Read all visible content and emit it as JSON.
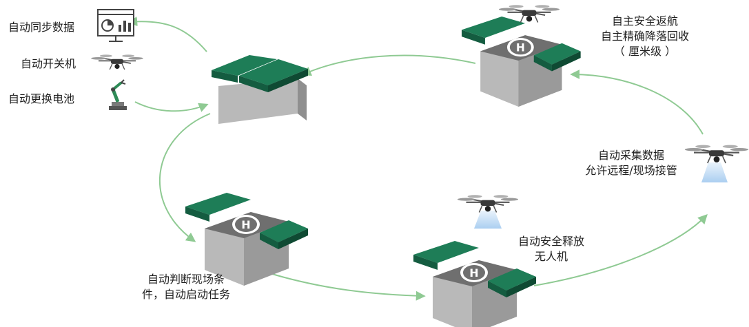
{
  "left_panel": {
    "sync_label": "自动同步数据",
    "power_label": "自动开关机",
    "battery_label": "自动更换电池",
    "sync_icon": "dashboard-monitor-icon",
    "power_icon": "drone-icon",
    "battery_icon": "robot-arm-icon"
  },
  "steps": {
    "return_line1": "自主安全返航",
    "return_line2": "自主精确降落回收",
    "return_line3": "（ 厘米级 ）",
    "judge_line1": "自动判断现场条",
    "judge_line2": "件，自动启动任务",
    "release_line1": "自动安全释放",
    "release_line2": "无人机",
    "collect_line1": "自动采集数据",
    "collect_line2": "允许远程/现场接管"
  },
  "colors": {
    "lid_green": "#1e7d57",
    "lid_dark": "#145c40",
    "box_gray": "#b9b9b9",
    "box_dark": "#8f8f8f",
    "arrow": "#8fca93",
    "beam": "#cfe3f7"
  }
}
